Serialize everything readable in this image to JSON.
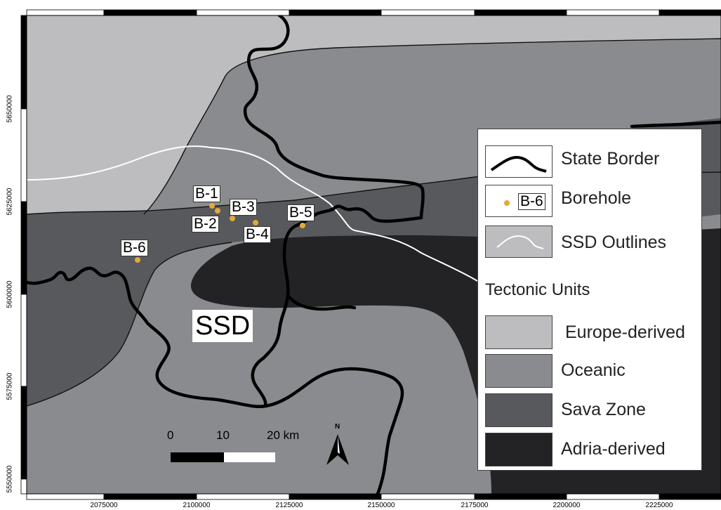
{
  "axes": {
    "x_ticks": [
      "2075000",
      "2100000",
      "2125000",
      "2150000",
      "2175000",
      "2200000",
      "2225000"
    ],
    "y_ticks": [
      "5650000",
      "5625000",
      "5600000",
      "5575000",
      "5550000"
    ]
  },
  "boreholes": [
    {
      "id": "B-1",
      "color": "#e3a93a"
    },
    {
      "id": "B-2",
      "color": "#e3a93a"
    },
    {
      "id": "B-3",
      "color": "#e3a93a"
    },
    {
      "id": "B-4",
      "color": "#e3a93a"
    },
    {
      "id": "B-5",
      "color": "#e3a93a"
    },
    {
      "id": "B-6",
      "color": "#e3a93a"
    }
  ],
  "ssd_label": "SSD",
  "scale_bar": {
    "labels": [
      "0",
      "10",
      "20 km"
    ]
  },
  "north_arrow": {
    "label": "N",
    "icon": "north-arrow-icon"
  },
  "legend": {
    "items": [
      {
        "label": "State Border",
        "icon": "state-border-line-icon"
      },
      {
        "label": "Borehole",
        "icon": "borehole-dot-icon",
        "sample": "B-6"
      },
      {
        "label": "SSD Outlines",
        "icon": "ssd-outline-icon"
      }
    ],
    "section_title": "Tectonic Units",
    "units": [
      {
        "label": "Europe-derived",
        "color": "#bdbdbf"
      },
      {
        "label": "Oceanic",
        "color": "#8a8b8e"
      },
      {
        "label": "Sava Zone",
        "color": "#58595c"
      },
      {
        "label": "Adria-derived",
        "color": "#232224"
      }
    ]
  },
  "colors": {
    "europe": "#bdbdbf",
    "oceanic": "#8a8b8e",
    "sava": "#58595c",
    "adria": "#232224",
    "border_line": "#000000",
    "ssd_outline": "#ffffff",
    "borehole": "#e3a93a"
  }
}
